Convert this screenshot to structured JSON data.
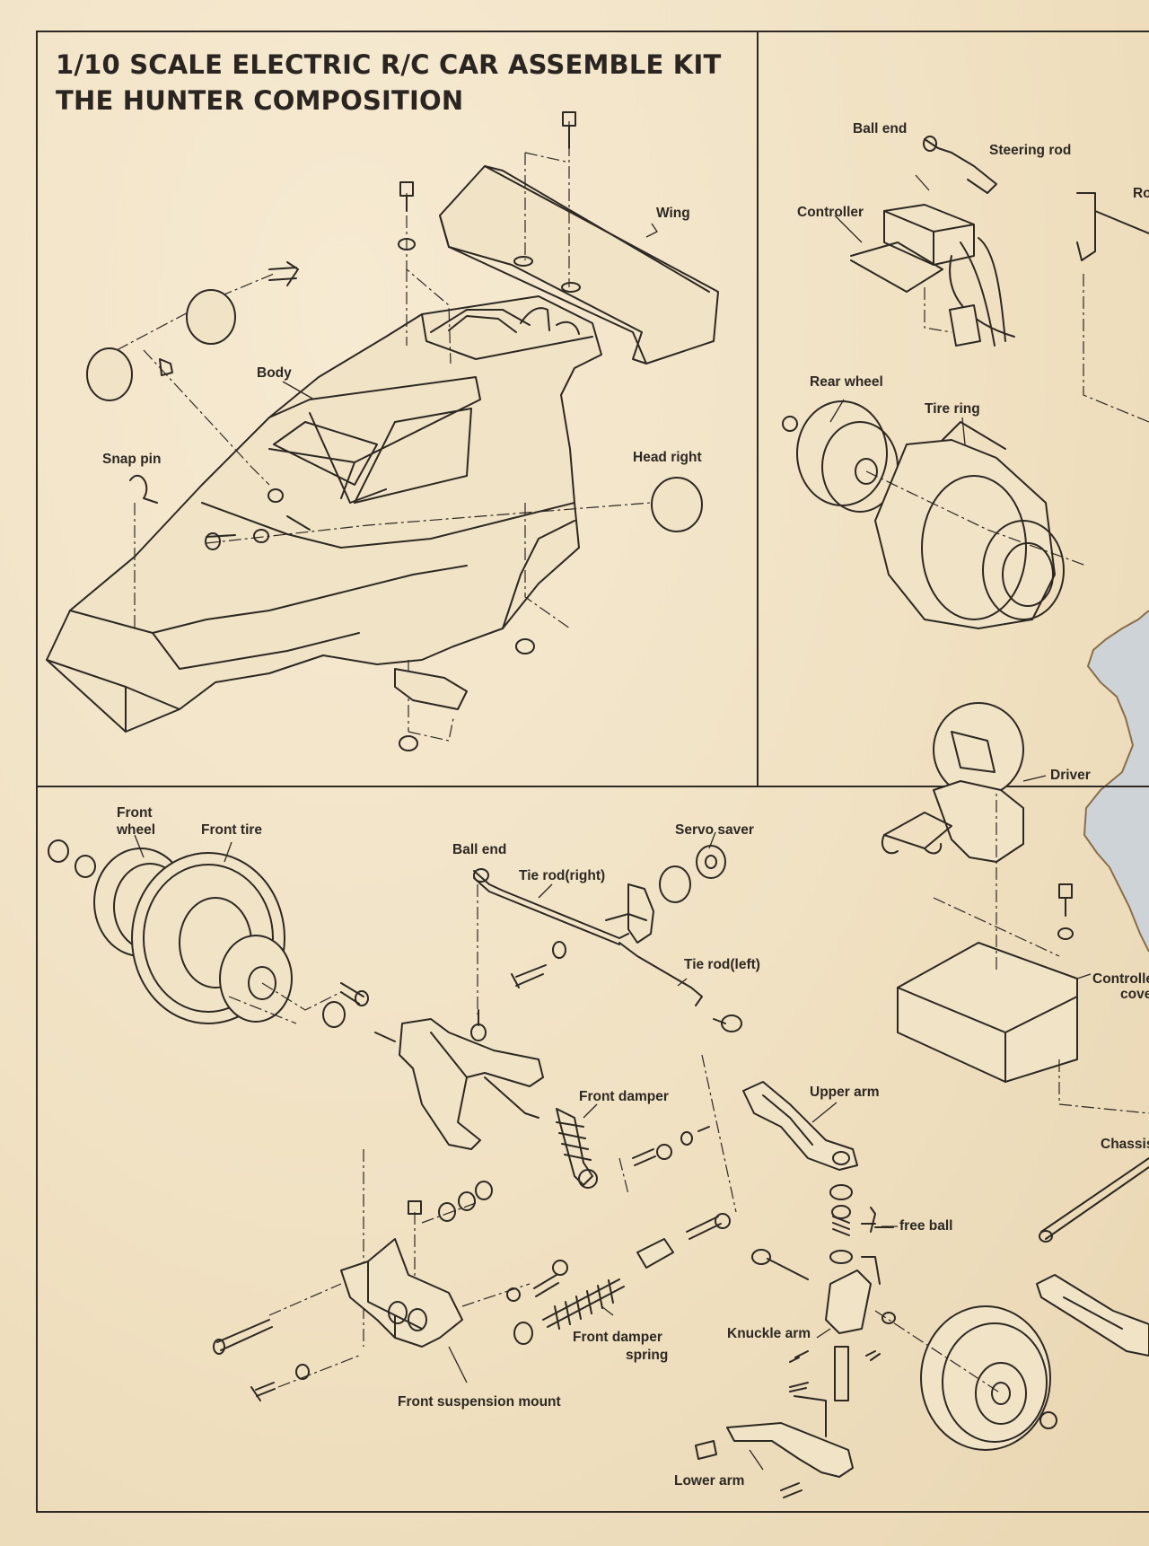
{
  "title": {
    "line1": "1/10 SCALE ELECTRIC R/C CAR ASSEMBLE KIT",
    "line2": "THE HUNTER  COMPOSITION"
  },
  "labels": {
    "wing": "Wing",
    "body": "Body",
    "snap_pin": "Snap pin",
    "head_right": "Head right",
    "ball_end_top": "Ball end",
    "steering_rod": "Steering rod",
    "controller": "Controller",
    "ro_partial": "Ro",
    "rear_wheel": "Rear wheel",
    "tire_ring": "Tire ring",
    "driver": "Driver",
    "front_wheel_1": "Front",
    "front_wheel_2": "wheel",
    "front_tire": "Front tire",
    "ball_end_bottom": "Ball end",
    "tie_rod_right": "Tie rod(right)",
    "servo_saver": "Servo saver",
    "tie_rod_left": "Tie rod(left)",
    "controller_cover_1": "Controlle",
    "controller_cover_2": "cove",
    "front_damper": "Front damper",
    "upper_arm": "Upper arm",
    "chassis_partial": "Chassis",
    "free_ball": "free ball",
    "front_damper_spring_1": "Front  damper",
    "front_damper_spring_2": "spring",
    "knuckle_arm": "Knuckle arm",
    "front_suspension_mount": "Front suspension mount",
    "lower_arm": "Lower arm"
  }
}
